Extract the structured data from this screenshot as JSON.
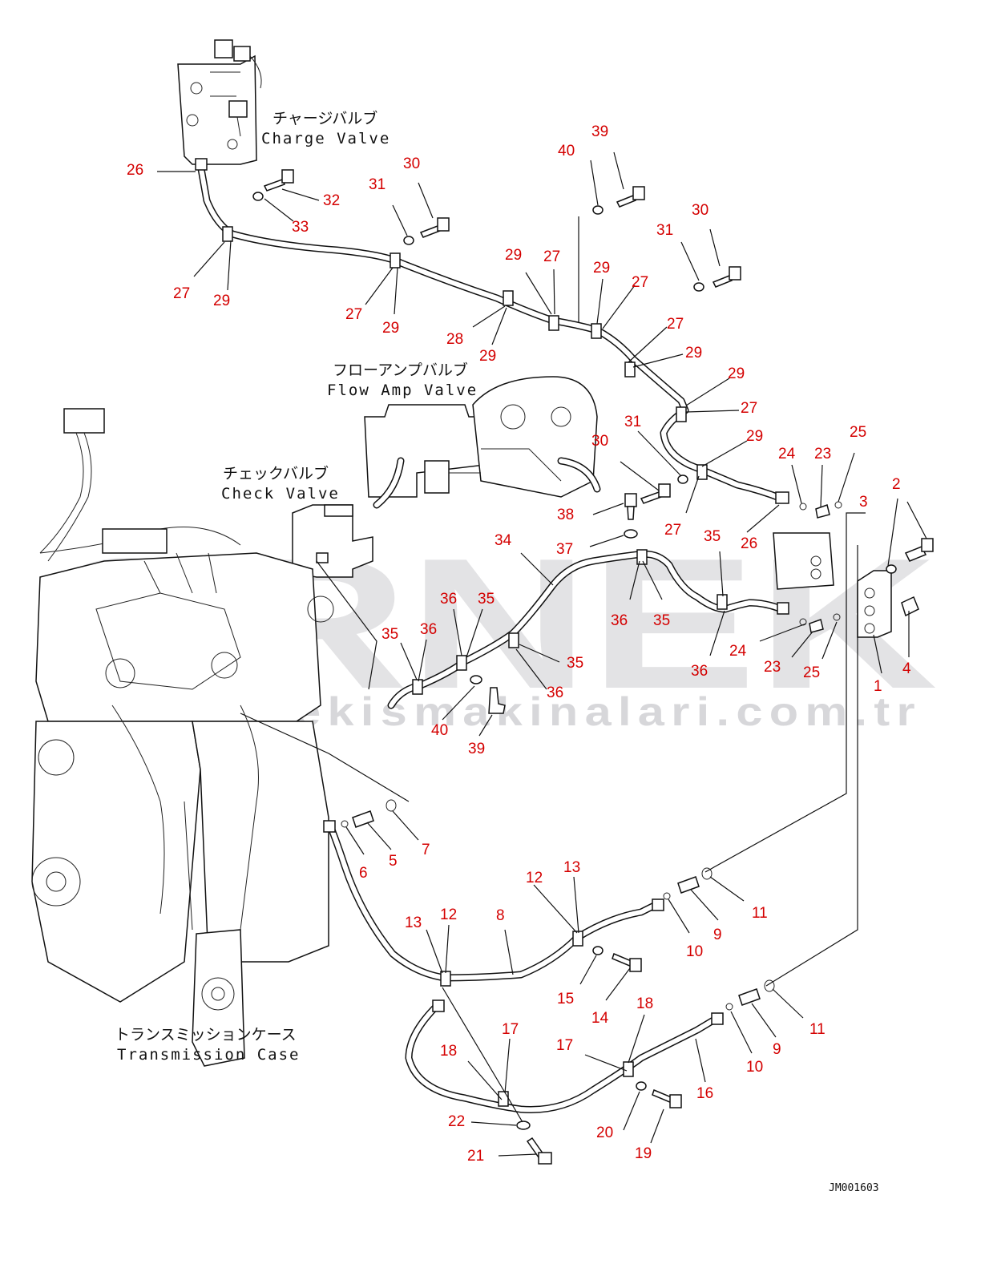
{
  "labels": {
    "charge_valve_ja": "チャージバルブ",
    "charge_valve_en": "Charge Valve",
    "flow_amp_valve_ja": "フローアンプバルブ",
    "flow_amp_valve_en": "Flow Amp Valve",
    "check_valve_ja": "チェックバルブ",
    "check_valve_en": "Check Valve",
    "transmission_case_ja": "トランスミッションケース",
    "transmission_case_en": "Transmission Case"
  },
  "drawing_code": "JM001603",
  "watermark": {
    "brand": "ORNEK",
    "url": "www.ornekismakinalari.com.tr"
  },
  "part_numbers": [
    "26",
    "27",
    "29",
    "30",
    "31",
    "32",
    "33",
    "30",
    "31",
    "27",
    "29",
    "28",
    "29",
    "29",
    "27",
    "40",
    "39",
    "29",
    "27",
    "27",
    "29",
    "27",
    "29",
    "30",
    "31",
    "29",
    "27",
    "27",
    "31",
    "30",
    "38",
    "37",
    "34",
    "35",
    "36",
    "35",
    "36",
    "35",
    "36",
    "36",
    "35",
    "36",
    "35",
    "40",
    "39",
    "24",
    "23",
    "25",
    "26",
    "24",
    "23",
    "25",
    "3",
    "2",
    "4",
    "1",
    "6",
    "5",
    "7",
    "12",
    "13",
    "8",
    "13",
    "12",
    "10",
    "9",
    "11",
    "15",
    "14",
    "18",
    "17",
    "17",
    "16",
    "18",
    "10",
    "9",
    "11",
    "22",
    "21",
    "20",
    "19"
  ]
}
